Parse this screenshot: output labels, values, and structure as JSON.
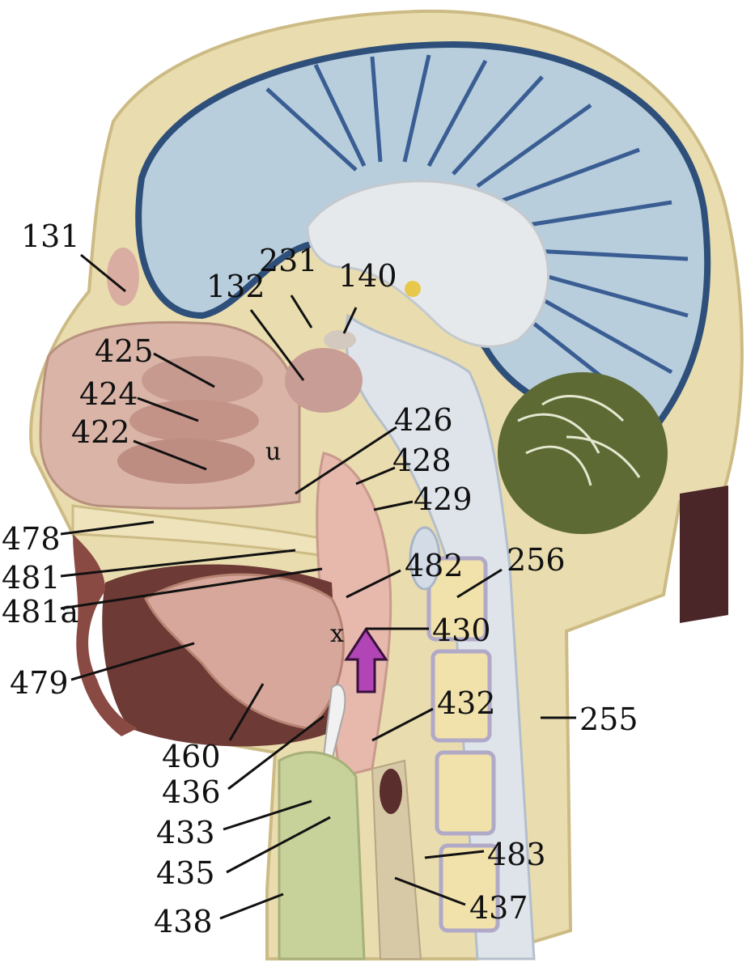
{
  "labels": {
    "l131": "131",
    "l231": "231",
    "l132": "132",
    "l140": "140",
    "l425": "425",
    "l424": "424",
    "l422": "422",
    "u": "u",
    "l426": "426",
    "l428": "428",
    "l429": "429",
    "l478": "478",
    "l481": "481",
    "l481a": "481a",
    "l482": "482",
    "l256": "256",
    "x": "x",
    "l430": "430",
    "l479": "479",
    "l432": "432",
    "l255": "255",
    "l460": "460",
    "l436": "436",
    "l433": "433",
    "l435": "435",
    "l483": "483",
    "l437": "437",
    "l438": "438"
  },
  "colors": {
    "skull_bone": "#e9dcae",
    "bone_edge": "#cdbb85",
    "brain_ventricle": "#b8cedd",
    "brain_rim": "#2e4f7a",
    "white_matter": "#e6e9ec",
    "cerebellum": "#5e6a34",
    "nasal_mucosa": "#d9b4a7",
    "oral_cavity": "#6d3a35",
    "tongue": "#d6a79a",
    "pharynx_pink": "#e7b9ad",
    "larynx_green": "#c7d19a",
    "spinal_cord": "#d3dbe7",
    "vertebra": "#f1e1aa",
    "neck_dark": "#4a2628",
    "arrow_fill": "#b145b5",
    "arrow_stroke": "#3a103d",
    "leader_line": "#111111"
  },
  "icons": {
    "arrow": "up-arrow-icon"
  }
}
